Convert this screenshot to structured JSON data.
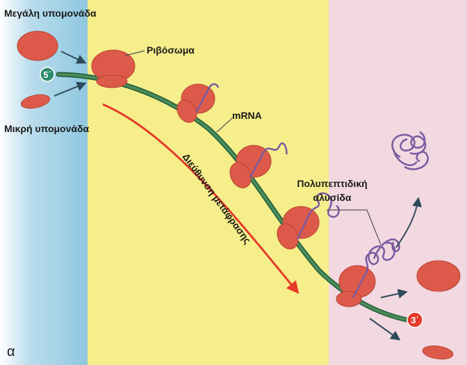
{
  "labels": {
    "large_subunit": "Μεγάλη υπομονάδα",
    "small_subunit": "Μικρή υπομονάδα",
    "ribosome": "Ριβόσωμα",
    "mrna": "mRNA",
    "polypeptide_line1": "Πολυπεπτιδική",
    "polypeptide_line2": "αλυσίδα",
    "direction": "Διεύθυνση μετάφρασης",
    "five_prime": "5΄",
    "three_prime": "3΄",
    "panel_letter": "α"
  },
  "colors": {
    "initiation_zone": "#8fc8e0",
    "elongation_zone": "#f5ee8a",
    "termination_zone": "#f2d8e0",
    "ribosome": "#dd5a4a",
    "mrna": "#3f7a4a",
    "polypeptide": "#7a5aa0",
    "direction_arrow": "#e63a2a",
    "five_prime_badge": "#2a8a6a",
    "three_prime_badge": "#e63a2a"
  }
}
